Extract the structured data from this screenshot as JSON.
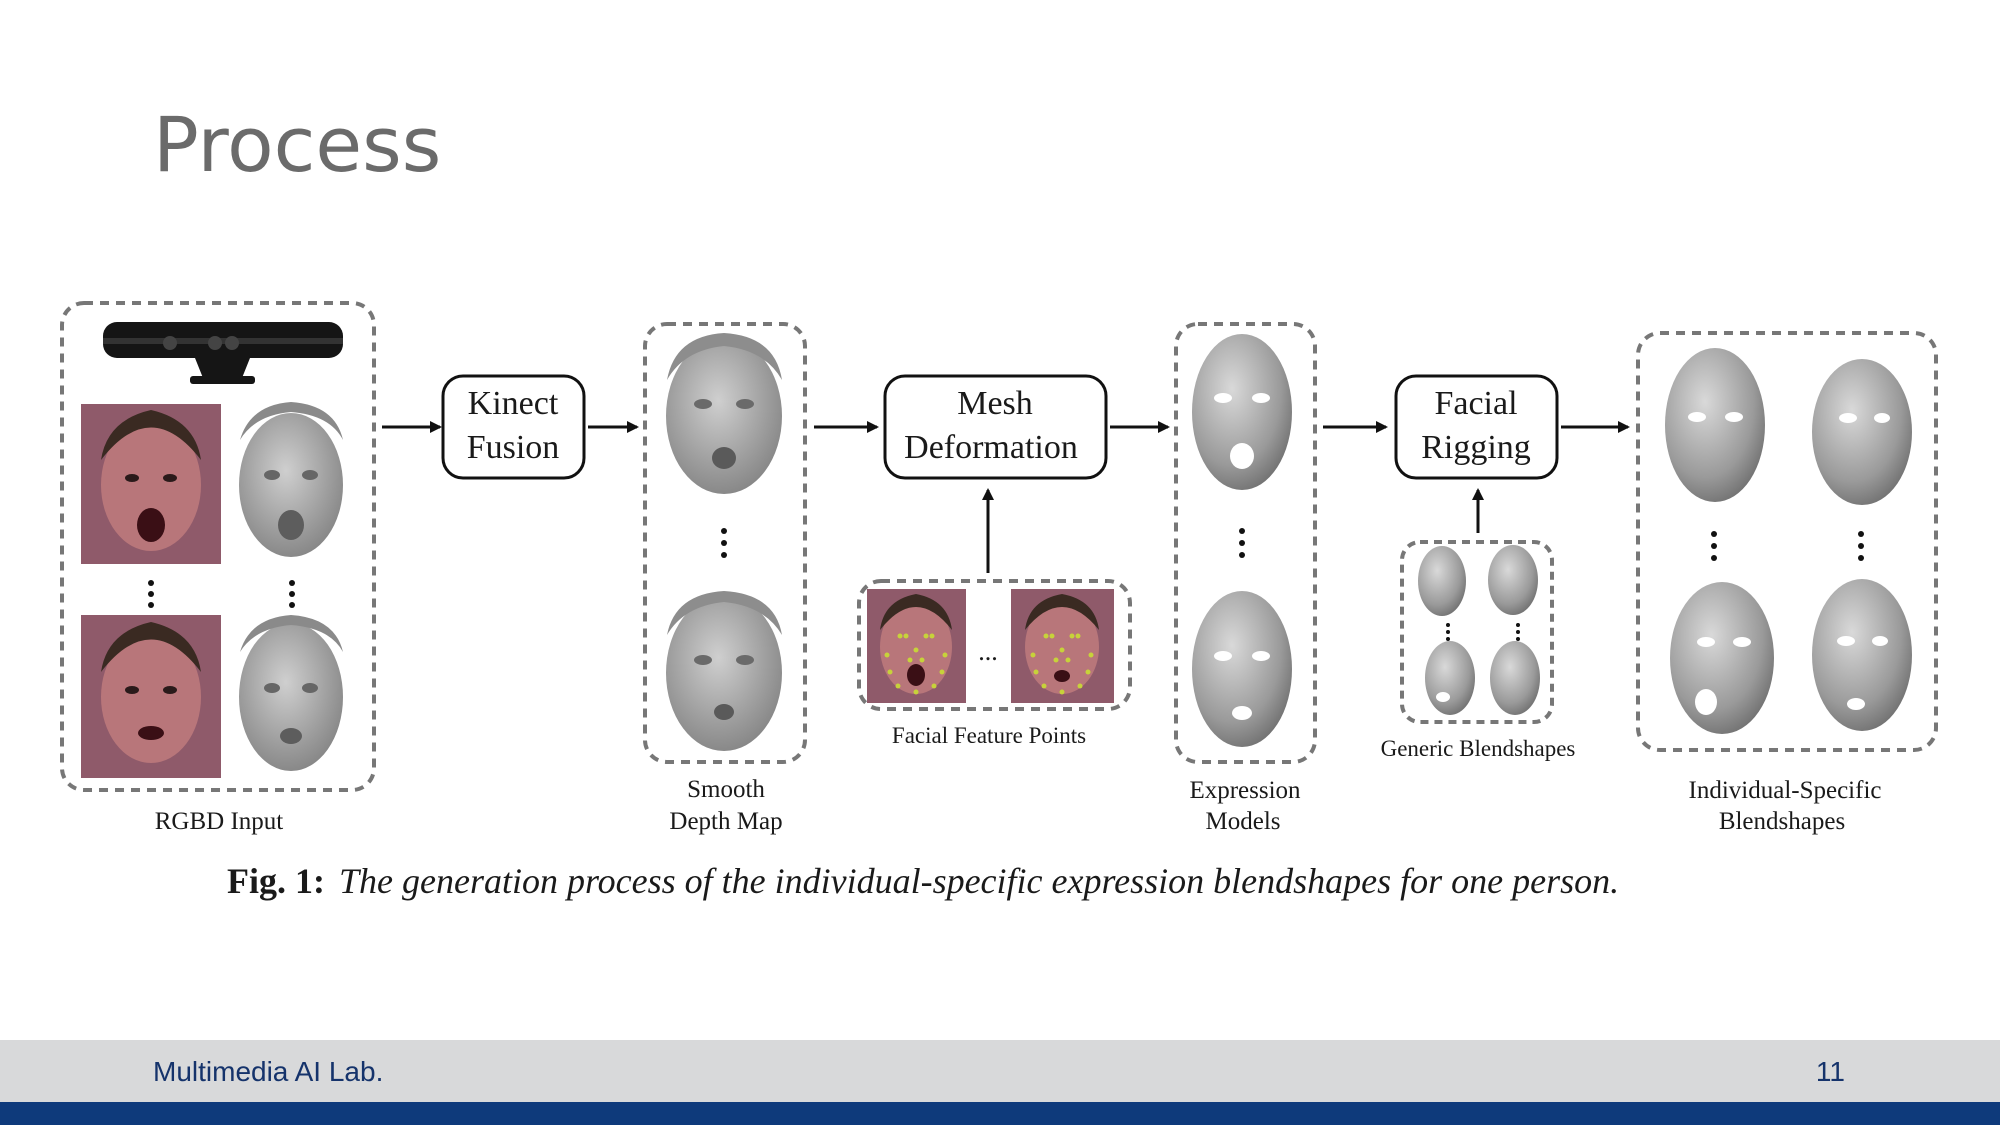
{
  "slide": {
    "title": "Process"
  },
  "diagram": {
    "boxes": {
      "kinect_fusion": [
        "Kinect",
        "Fusion"
      ],
      "mesh_deformation": [
        "Mesh",
        "Deformation"
      ],
      "facial_rigging": [
        "Facial",
        "Rigging"
      ]
    },
    "labels": {
      "rgbd_input": "RGBD Input",
      "smooth_depth_map": [
        "Smooth",
        "Depth Map"
      ],
      "facial_feature_points": "Facial Feature Points",
      "expression_models": [
        "Expression",
        "Models"
      ],
      "generic_blendshapes": "Generic Blendshapes",
      "individual_specific_blendshapes": [
        "Individual-Specific",
        "Blendshapes"
      ],
      "ellipsis": "..."
    },
    "colors": {
      "skin": "#b8767a",
      "face_bg": "#8f5a6a",
      "mesh_gray": "#a8a8a8",
      "dash": "#777777"
    }
  },
  "caption": {
    "fig_number": "Fig. 1:",
    "text": "The generation process of the individual-specific expression blendshapes for one person."
  },
  "footer": {
    "lab": "Multimedia AI Lab.",
    "page": "11"
  },
  "theme": {
    "title_color": "#6b6b6b",
    "footer_band": "#d8d9da",
    "footer_bar": "#0e3a7b",
    "footer_text": "#15336b"
  }
}
